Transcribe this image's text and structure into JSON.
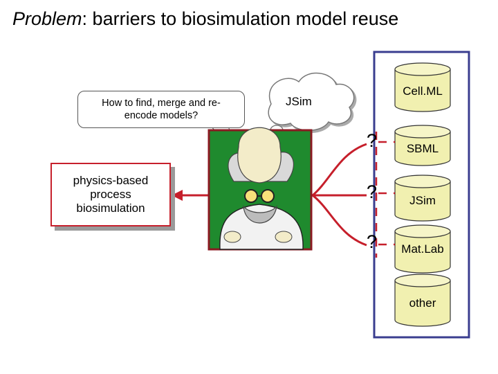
{
  "title": {
    "emphasis": "Problem",
    "rest": ": barriers to biosimulation model reuse"
  },
  "speech_bubble": {
    "line1": "How to find, merge and re-",
    "line2": "encode models?"
  },
  "cloud_bubble": {
    "label": "JSim"
  },
  "process_box": {
    "line1": "physics-based",
    "line2": "process",
    "line3": "biosimulation"
  },
  "question_marks": [
    "?",
    "?",
    "?"
  ],
  "databases": [
    "Cell.ML",
    "SBML",
    "JSim",
    "Mat.Lab",
    "other"
  ],
  "colors": {
    "panel_border": "#3a3d8f",
    "cylinder_fill": "#f1f0b0",
    "arrow_red": "#c61f2b",
    "portrait_green": "#1f8a2e",
    "portrait_frame": "#8b1a22"
  },
  "icons": [
    "scientist-portrait-icon",
    "thought-cloud-icon"
  ]
}
